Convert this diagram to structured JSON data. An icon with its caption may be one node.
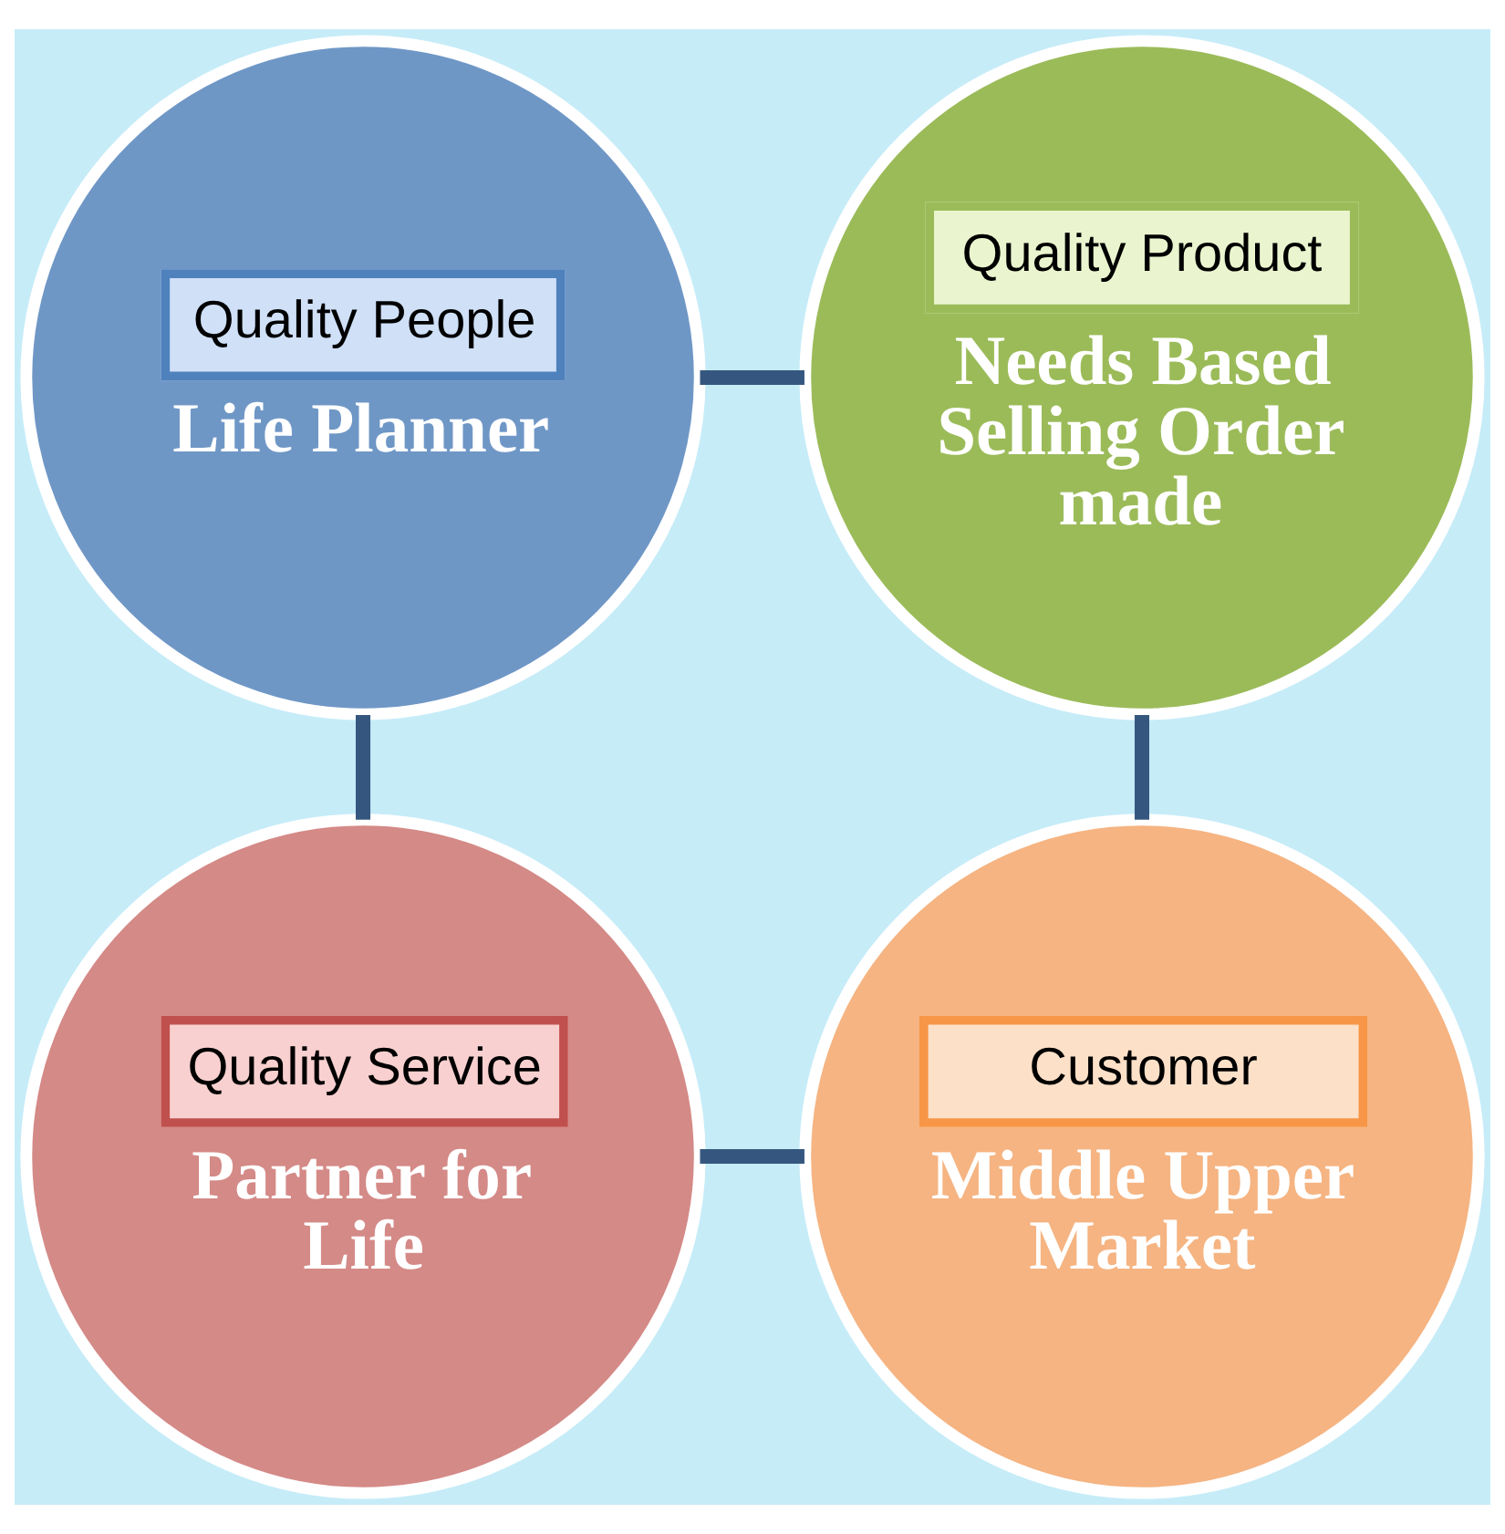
{
  "diagram": {
    "nodes": [
      {
        "text": [
          "Quality People",
          "Life Planner"
        ]
      },
      {
        "text": [
          "Quality Product",
          "Needs Based Selling Order made"
        ]
      },
      {
        "text": [
          "Quality Service",
          "Partner for Life"
        ]
      },
      {
        "text": [
          "Customer",
          "Middle Upper Market"
        ]
      }
    ],
    "edges": [
      {
        "from": 0,
        "to": 1,
        "arrow": "none"
      },
      {
        "from": 0,
        "to": 2,
        "arrow": "none"
      },
      {
        "from": 1,
        "to": 3,
        "arrow": "none"
      },
      {
        "from": 2,
        "to": 3,
        "arrow": "none"
      }
    ]
  }
}
